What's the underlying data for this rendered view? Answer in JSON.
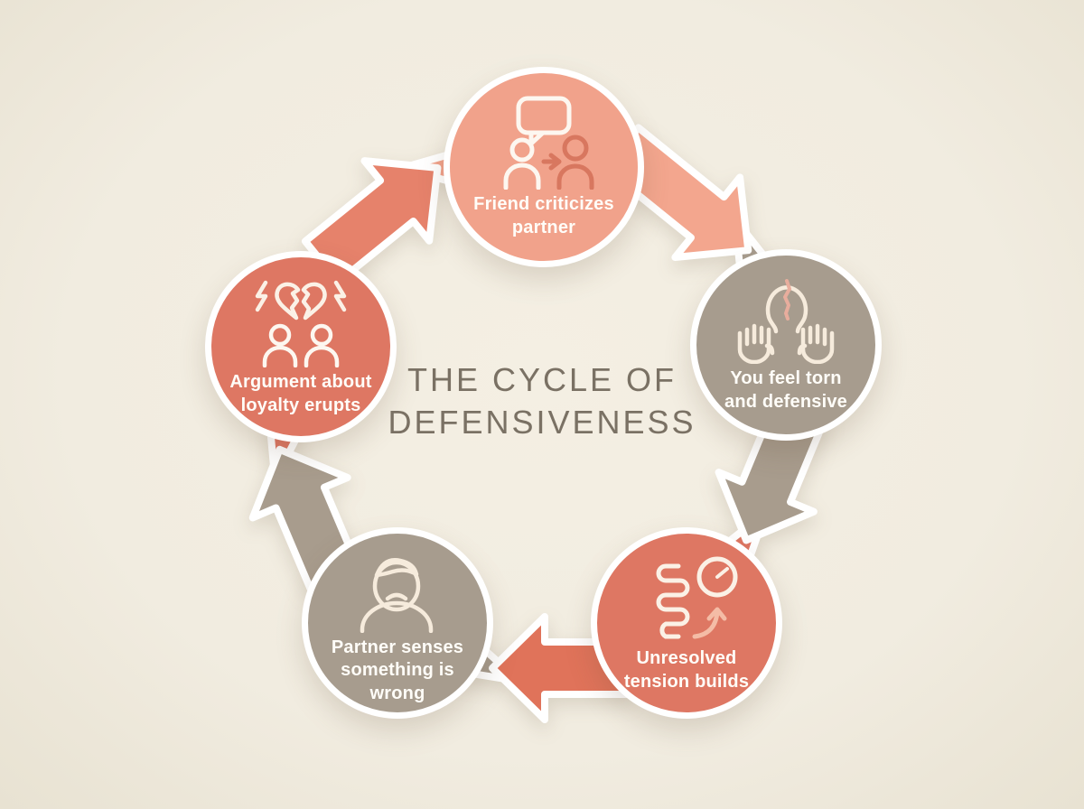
{
  "title": "THE CYCLE OF DEFENSIVENESS",
  "background_color": "#F1ECE0",
  "title_color": "#7A7164",
  "nodes": [
    {
      "id": "friend-criticizes-partner",
      "label": "Friend criticizes partner",
      "color": "#F1A28B",
      "icon": "speech-bubble-people-icon",
      "position": "top"
    },
    {
      "id": "you-feel-torn-and-defensive",
      "label": "You feel torn and defensive",
      "color": "#A79C8E",
      "icon": "cracked-head-hands-icon",
      "position": "right"
    },
    {
      "id": "unresolved-tension-builds",
      "label": "Unresolved tension builds",
      "color": "#DE7763",
      "icon": "spring-pressure-gauge-icon",
      "position": "bottom-right"
    },
    {
      "id": "partner-senses-something-wrong",
      "label": "Partner senses something is wrong",
      "color": "#A79C8E",
      "icon": "confused-person-question-icon",
      "position": "bottom-left"
    },
    {
      "id": "argument-about-loyalty-erupts",
      "label": "Argument about loyalty erupts",
      "color": "#DE7763",
      "icon": "broken-heart-lightning-people-icon",
      "position": "left"
    }
  ],
  "arrows": [
    {
      "from": "friend-criticizes-partner",
      "to": "you-feel-torn-and-defensive",
      "color": "#F3A68E"
    },
    {
      "from": "you-feel-torn-and-defensive",
      "to": "unresolved-tension-builds",
      "color": "#A89C8D"
    },
    {
      "from": "unresolved-tension-builds",
      "to": "partner-senses-something-wrong",
      "color": "#E0735A"
    },
    {
      "from": "partner-senses-something-wrong",
      "to": "argument-about-loyalty-erupts",
      "color": "#A89C8D"
    },
    {
      "from": "argument-about-loyalty-erupts",
      "to": "friend-criticizes-partner",
      "color": "#E6826B"
    }
  ]
}
